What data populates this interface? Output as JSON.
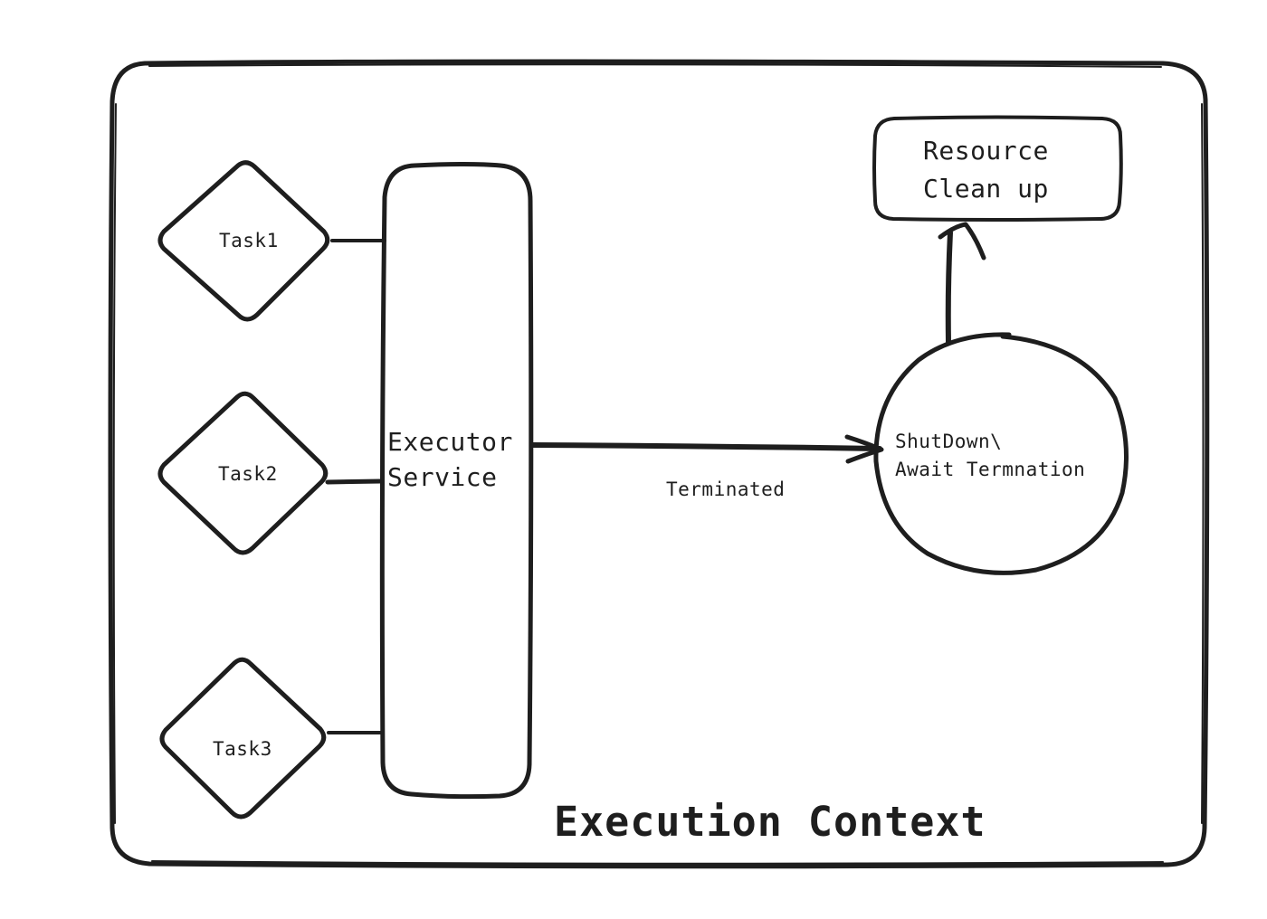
{
  "diagram": {
    "container": {
      "label": "Execution Context"
    },
    "tasks": [
      {
        "label": "Task1"
      },
      {
        "label": "Task2"
      },
      {
        "label": "Task3"
      }
    ],
    "executor": {
      "line1": "Executor",
      "line2": "Service"
    },
    "edge": {
      "label": "Terminated"
    },
    "shutdown": {
      "line1": "ShutDown\\",
      "line2": "Await Termnation"
    },
    "resource": {
      "line1": "Resource",
      "line2": "Clean up"
    }
  }
}
